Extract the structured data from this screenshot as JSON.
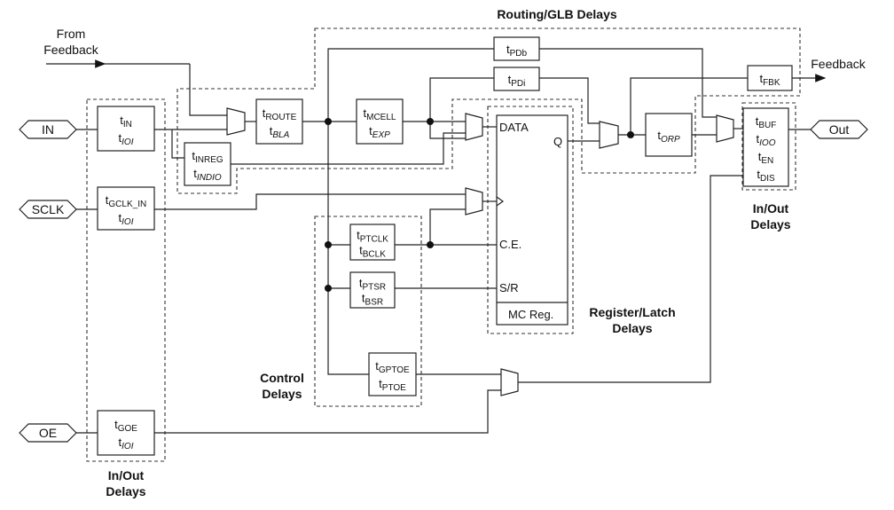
{
  "title": "Routing/GLB Delays",
  "inputs": {
    "in": "IN",
    "sclk": "SCLK",
    "oe": "OE"
  },
  "output": "Out",
  "feedback_in": "From\nFeedback",
  "feedback_out": "Feedback",
  "blocks": {
    "t_in": [
      {
        "b": "t",
        "s": "IN",
        "i": false
      },
      {
        "b": "t",
        "s": "IOI",
        "i": true
      }
    ],
    "t_gclk": [
      {
        "b": "t",
        "s": "GCLK_IN",
        "i": false
      },
      {
        "b": "t",
        "s": "IOI",
        "i": true
      }
    ],
    "t_goe": [
      {
        "b": "t",
        "s": "GOE",
        "i": false
      },
      {
        "b": "t",
        "s": "IOI",
        "i": true
      }
    ],
    "t_route": [
      {
        "b": "t",
        "s": "ROUTE",
        "i": false
      },
      {
        "b": "t",
        "s": "BLA",
        "i": true
      }
    ],
    "t_inreg": [
      {
        "b": "t",
        "s": "INREG",
        "i": false
      },
      {
        "b": "t",
        "s": "INDIO",
        "i": true
      }
    ],
    "t_mcell": [
      {
        "b": "t",
        "s": "MCELL",
        "i": false
      },
      {
        "b": "t",
        "s": "EXP",
        "i": true
      }
    ],
    "t_pdb": [
      {
        "b": "t",
        "s": "PDb",
        "i": false
      }
    ],
    "t_pdi": [
      {
        "b": "t",
        "s": "PDi",
        "i": false
      }
    ],
    "t_orp": [
      {
        "b": "t",
        "s": "ORP",
        "i": true
      }
    ],
    "t_fbk": [
      {
        "b": "t",
        "s": "FBK",
        "i": false
      }
    ],
    "t_buf": [
      {
        "b": "t",
        "s": "BUF",
        "i": false
      },
      {
        "b": "t",
        "s": "IOO",
        "i": true
      },
      {
        "b": "t",
        "s": "EN",
        "i": false
      },
      {
        "b": "t",
        "s": "DIS",
        "i": false
      }
    ],
    "t_ptclk": [
      {
        "b": "t",
        "s": "PTCLK",
        "i": false
      },
      {
        "b": "t",
        "s": "BCLK",
        "i": false
      }
    ],
    "t_ptsr": [
      {
        "b": "t",
        "s": "PTSR",
        "i": false
      },
      {
        "b": "t",
        "s": "BSR",
        "i": false
      }
    ],
    "t_gptoe": [
      {
        "b": "t",
        "s": "GPTOE",
        "i": false
      },
      {
        "b": "t",
        "s": "PTOE",
        "i": false
      }
    ]
  },
  "register": {
    "data": "DATA",
    "q": "Q",
    "ce": "C.E.",
    "sr": "S/R",
    "name": "MC Reg."
  },
  "groups": {
    "inout_left": "In/Out\nDelays",
    "inout_right": "In/Out\nDelays",
    "control": "Control\nDelays",
    "register_latch": "Register/Latch\nDelays"
  }
}
